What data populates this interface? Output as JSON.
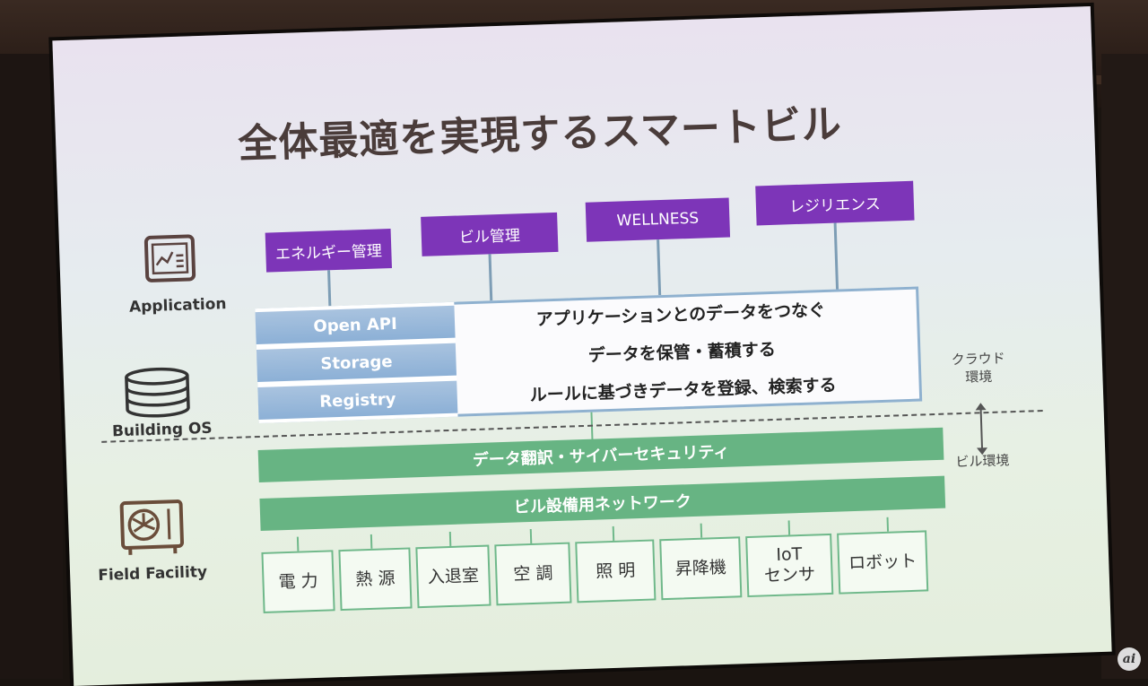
{
  "title": "全体最適を実現するスマートビル",
  "applications": [
    "エネルギー管理",
    "ビル管理",
    "WELLNESS",
    "レジリエンス"
  ],
  "layers": {
    "application": "Application",
    "building_os": "Building OS",
    "field_facility": "Field Facility"
  },
  "building_os": {
    "components": [
      "Open API",
      "Storage",
      "Registry"
    ],
    "descriptions": [
      "アプリケーションとのデータをつなぐ",
      "データを保管・蓄積する",
      "ルールに基づきデータを登録、検索する"
    ]
  },
  "environments": {
    "cloud": [
      "クラウド",
      "環境"
    ],
    "building": "ビル環境"
  },
  "bars": {
    "translation": "データ翻訳・サイバーセキュリティ",
    "network": "ビル設備用ネットワーク"
  },
  "facilities": [
    "電 力",
    "熱 源",
    "入退室",
    "空 調",
    "照 明",
    "昇降機",
    [
      "IoT",
      "センサ"
    ],
    "ロボット"
  ],
  "logo": "ai",
  "colors": {
    "application_box": "#7d35b8",
    "os_bar": "#8cb0d6",
    "green_bar": "#67b483",
    "title": "#4a3c3a"
  }
}
